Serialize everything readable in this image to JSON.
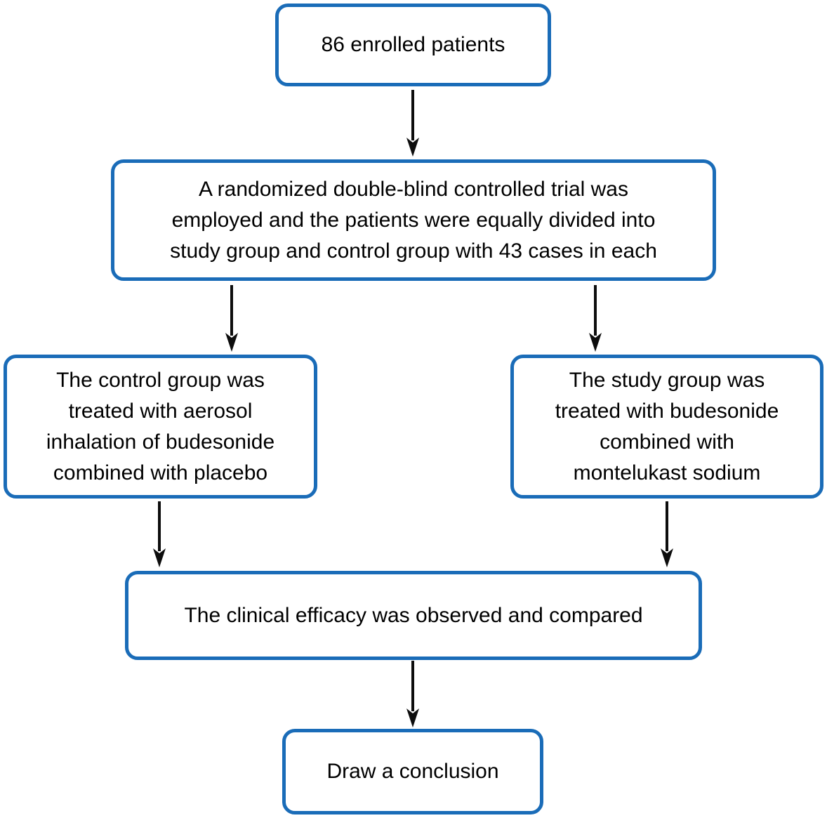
{
  "diagram": {
    "type": "flowchart",
    "accent_color": "#1a6cb8",
    "text_color": "#000000",
    "arrow_color": "#0d0d0d",
    "nodes": {
      "enrolled": {
        "text": "86 enrolled patients"
      },
      "randomized": {
        "text": "A randomized double-blind controlled trial was employed and the patients were equally divided into study group and control group with 43 cases in each",
        "lines": [
          "A randomized double-blind controlled trial was",
          "employed and the patients were equally divided into",
          "study group and control group with 43 cases in each"
        ]
      },
      "control": {
        "text": "The control group was treated with aerosol inhalation of budesonide combined with placebo",
        "lines": [
          "The control group was",
          "treated with aerosol",
          "inhalation of budesonide",
          "combined with placebo"
        ]
      },
      "study": {
        "text": "The study group was treated with budesonide combined with montelukast sodium",
        "lines": [
          "The study group was",
          "treated with budesonide",
          "combined with",
          "montelukast sodium"
        ]
      },
      "efficacy": {
        "text": "The clinical efficacy was observed and compared"
      },
      "conclusion": {
        "text": "Draw a conclusion"
      }
    },
    "edges": [
      {
        "from": "enrolled",
        "to": "randomized"
      },
      {
        "from": "randomized",
        "to": "control"
      },
      {
        "from": "randomized",
        "to": "study"
      },
      {
        "from": "control",
        "to": "efficacy"
      },
      {
        "from": "study",
        "to": "efficacy"
      },
      {
        "from": "efficacy",
        "to": "conclusion"
      }
    ]
  }
}
